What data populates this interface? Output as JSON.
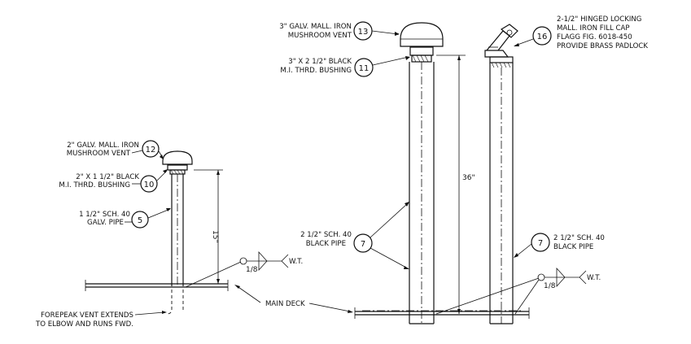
{
  "labels": {
    "vent3_a": "3\" GALV. MALL. IRON",
    "vent3_b": "MUSHROOM VENT",
    "bush3_a": "3\" x 2 1/2\" BLACK",
    "bush3_b": "M.I. THRD. BUSHING",
    "cap_a": "2-1/2\" HINGED LOCKING",
    "cap_b": "MALL. IRON FILL CAP",
    "cap_c": "FLAGG FIG. 6018-450",
    "cap_d": "PROVIDE BRASS PADLOCK",
    "vent2_a": "2\" GALV. MALL. IRON",
    "vent2_b": "MUSHROOM VENT",
    "bush2_a": "2\" x 1 1/2\" BLACK",
    "bush2_b": "M.I. THRD. BUSHING",
    "pipe15_a": "1 1/2\" SCH. 40",
    "pipe15_b": "GALV. PIPE",
    "pipe25l_a": "2 1/2\" SCH. 40",
    "pipe25l_b": "BLACK PIPE",
    "pipe25r_a": "2 1/2\" SCH. 40",
    "pipe25r_b": "BLACK PIPE",
    "forepeak_a": "FOREPEAK VENT EXTENDS",
    "forepeak_b": "TO ELBOW AND RUNS FWD.",
    "main_deck": "MAIN DECK"
  },
  "callouts": {
    "c13": "13",
    "c11": "11",
    "c16": "16",
    "c12": "12",
    "c10": "10",
    "c5": "5",
    "c7a": "7",
    "c7b": "7"
  },
  "dimensions": {
    "d15": "15\"",
    "d36": "36\""
  },
  "welds": {
    "w1_size": "1/8",
    "w1_note": "W.T.",
    "w2_size": "1/8",
    "w2_note": "W.T."
  }
}
